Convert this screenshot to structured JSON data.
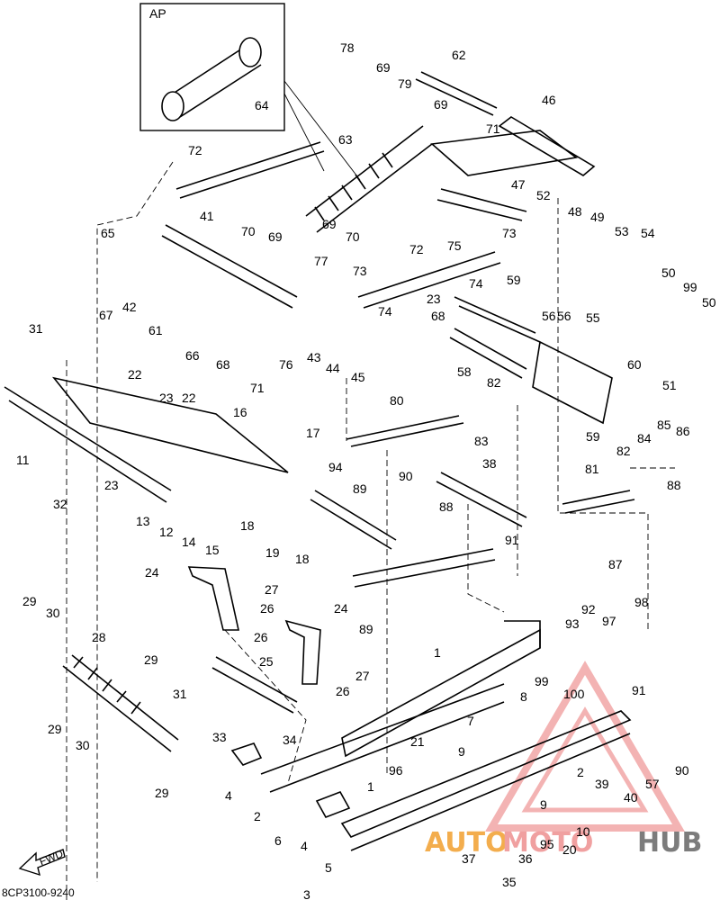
{
  "inset_label": "AP",
  "drawing_code": "8CP3100-9240",
  "fwd_label": "FWD",
  "watermark": {
    "part1": "AUTO",
    "part2": "MOTO",
    "part3": "HUB",
    "color_red": "#e03030",
    "color_orange": "#f2a53a",
    "color_gray": "#555555"
  },
  "callouts": [
    "78",
    "69",
    "79",
    "62",
    "69",
    "71",
    "46",
    "64",
    "72",
    "63",
    "47",
    "52",
    "48",
    "49",
    "53",
    "54",
    "41",
    "70",
    "69",
    "69",
    "70",
    "75",
    "73",
    "72",
    "65",
    "77",
    "73",
    "56",
    "50",
    "99",
    "50",
    "42",
    "74",
    "67",
    "61",
    "23",
    "68",
    "59",
    "74",
    "55",
    "56",
    "31",
    "66",
    "76",
    "43",
    "44",
    "45",
    "68",
    "22",
    "23",
    "71",
    "58",
    "60",
    "51",
    "22",
    "82",
    "80",
    "84",
    "85",
    "86",
    "16",
    "17",
    "83",
    "59",
    "11",
    "82",
    "23",
    "94",
    "38",
    "90",
    "81",
    "88",
    "32",
    "89",
    "88",
    "13",
    "12",
    "14",
    "15",
    "18",
    "19",
    "18",
    "87",
    "91",
    "24",
    "27",
    "26",
    "89",
    "92",
    "98",
    "29",
    "30",
    "24",
    "93",
    "97",
    "28",
    "26",
    "1",
    "25",
    "29",
    "31",
    "27",
    "26",
    "99",
    "100",
    "91",
    "7",
    "8",
    "33",
    "34",
    "21",
    "9",
    "2",
    "39",
    "29",
    "30",
    "4",
    "96",
    "57",
    "90",
    "29",
    "1",
    "9",
    "40",
    "2",
    "6",
    "4",
    "10",
    "37",
    "36",
    "95",
    "20",
    "5",
    "35",
    "3"
  ]
}
